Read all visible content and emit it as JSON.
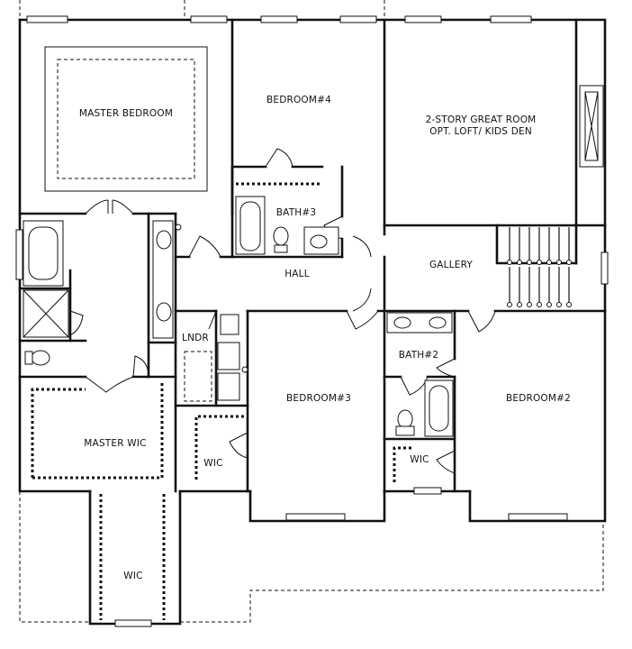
{
  "rooms": {
    "master_bedroom": "MASTER BEDROOM",
    "bedroom4": "BEDROOM#4",
    "great_room_line1": "2-STORY GREAT ROOM",
    "great_room_line2": "OPT. LOFT/ KIDS DEN",
    "bath3": "BATH#3",
    "hall": "HALL",
    "gallery": "GALLERY",
    "lndr": "LNDR",
    "bath2": "BATH#2",
    "bedroom3": "BEDROOM#3",
    "bedroom2": "BEDROOM#2",
    "master_wic": "MASTER WIC",
    "wic_bed3": "WIC",
    "wic_bed2": "WIC",
    "wic_lower": "WIC"
  }
}
